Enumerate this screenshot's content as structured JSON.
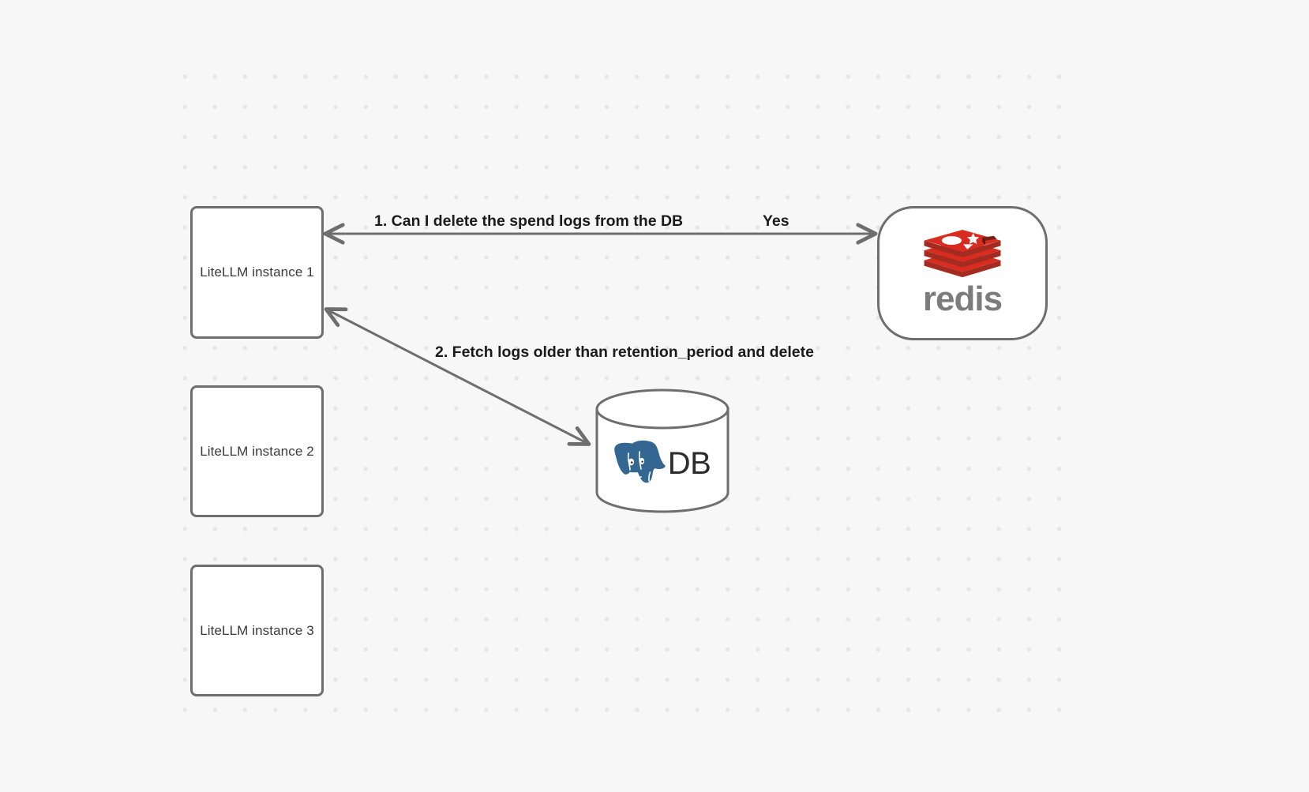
{
  "canvas": {
    "background_color": "#f7f7f8",
    "grid_dot_color": "#e5e6e8"
  },
  "nodes": {
    "litellm_instances": [
      {
        "id": "litellm-instance-1",
        "label": "LiteLLM instance 1"
      },
      {
        "id": "litellm-instance-2",
        "label": "LiteLLM instance 2"
      },
      {
        "id": "litellm-instance-3",
        "label": "LiteLLM instance 3"
      }
    ],
    "redis": {
      "wordmark": "redis",
      "logo_color": "#d82c20",
      "wordmark_color": "#7c7c7c"
    },
    "database": {
      "label": "DB",
      "logo_name": "postgresql-elephant",
      "logo_color": "#336791"
    }
  },
  "edges": [
    {
      "id": "edge-1",
      "from": "litellm-instance-1",
      "to": "redis",
      "label": "1.  Can I delete the spend logs from the DB",
      "reply_label": "Yes",
      "style": "double-arrow",
      "color": "#6e6e6e"
    },
    {
      "id": "edge-2",
      "from": "litellm-instance-1",
      "to": "database",
      "label": "2.  Fetch logs older than retention_period and delete",
      "style": "double-arrow",
      "color": "#6e6e6e"
    }
  ]
}
